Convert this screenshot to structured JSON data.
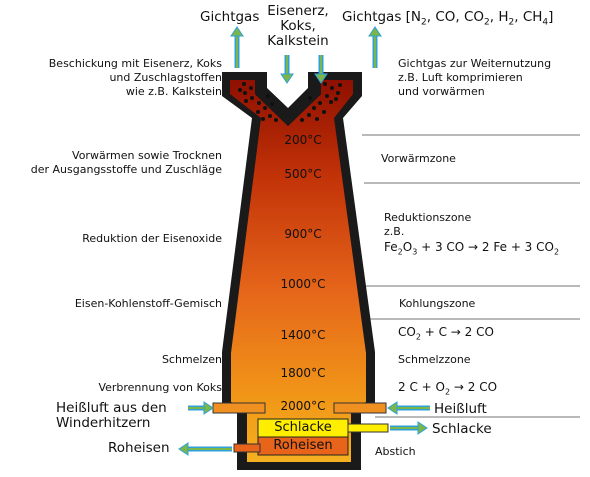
{
  "top": {
    "gichtgas_left": "Gichtgas",
    "charge_line1": "Eisenerz,",
    "charge_line2": "Koks,",
    "charge_line3": "Kalkstein",
    "gichtgas_right_prefix": "Gichtgas [N",
    "gichtgas_right_sub1": "2",
    "gichtgas_right_mid1": ", CO, CO",
    "gichtgas_right_sub2": "2",
    "gichtgas_right_mid2": ", H",
    "gichtgas_right_sub3": "2",
    "gichtgas_right_mid3": ", CH",
    "gichtgas_right_sub4": "4",
    "gichtgas_right_end": "]"
  },
  "left_labels": {
    "beschickung_1": "Beschickung mit Eisenerz, Koks",
    "beschickung_2": "und Zuschlagstoffen",
    "beschickung_3": "wie z.B. Kalkstein",
    "vorwaermen_1": "Vorwärmen sowie Trocknen",
    "vorwaermen_2": "der Ausgangsstoffe und Zuschläge",
    "reduktion": "Reduktion der Eisenoxide",
    "eisen_kohlenstoff": "Eisen-Kohlenstoff-Gemisch",
    "schmelzen": "Schmelzen",
    "verbrennung": "Verbrennung von Koks",
    "heissluft_1": "Heißluft aus den",
    "heissluft_2": "Winderhitzern",
    "roheisen": "Roheisen"
  },
  "right_labels": {
    "gichtgas_weiter_1": "Gichtgas zur Weiternutzung",
    "gichtgas_weiter_2": "z.B. Luft komprimieren",
    "gichtgas_weiter_3": "und vorwärmen",
    "vorwaermzone": "Vorwärmzone",
    "reduktionszone": "Reduktionszone",
    "zb": "z.B.",
    "kohlungszone": "Kohlungszone",
    "schmelzzone": "Schmelzzone",
    "heissluft": "Heißluft",
    "schlacke": "Schlacke",
    "abstich": "Abstich"
  },
  "equations": {
    "eq1": {
      "a": "Fe",
      "a_sub1": "2",
      "a_mid": "O",
      "a_sub2": "3",
      "rest": " + 3 CO  →  2 Fe + 3 CO",
      "end_sub": "2"
    },
    "eq2": {
      "a": "CO",
      "a_sub": "2",
      "rest": " + C  →  2 CO"
    },
    "eq3": {
      "a": "2 C + O",
      "a_sub": "2",
      "rest": "  →  2 CO"
    }
  },
  "temperatures": [
    "200°C",
    "500°C",
    "900°C",
    "1000°C",
    "1400°C",
    "1800°C",
    "2000°C"
  ],
  "boxes": {
    "schlacke": "Schlacke",
    "roheisen": "Roheisen"
  },
  "colors": {
    "furnace_top": "#a01800",
    "furnace_mid": "#e05a10",
    "furnace_bottom": "#f5a010",
    "wall": "#1a1a1a",
    "arrow_green": "#7ab648",
    "arrow_blue": "#2fa0d8",
    "tuyere": "#f09020",
    "slag": "#ffee00",
    "iron": "#e8641a"
  }
}
